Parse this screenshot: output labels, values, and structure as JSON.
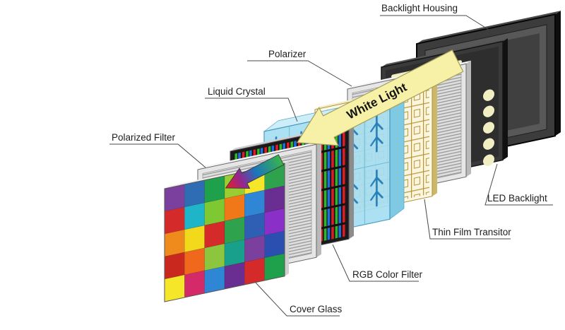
{
  "diagram": {
    "labels": {
      "backlight_housing": "Backlight Housing",
      "polarizer": "Polarizer",
      "liquid_crystal": "Liquid Crystal",
      "polarized_filter": "Polarized Filter",
      "led_backlight": "LED Backlight",
      "thin_film_transistor": "Thin Film Transitor",
      "rgb_color_filter": "RGB Color Filter",
      "cover_glass": "Cover Glass",
      "white_light": "White Light"
    },
    "colors": {
      "arrow_fill": "#f6f1a6",
      "arrow_stroke": "#a59f5c",
      "lc_front": "#a5def2",
      "housing": "#3c3c3c",
      "led_panel": "#3a3a3a",
      "rgb_red": "#e01b24",
      "rgb_green": "#2db928",
      "rgb_blue": "#1f6fe0"
    },
    "cover_glass": {
      "colors": [
        [
          "#7b3f9d",
          "#2e6db4",
          "#1fa04a",
          "#9acd32",
          "#f5e62a",
          "#2fa24d"
        ],
        [
          "#d42a2a",
          "#1fb5c9",
          "#7ec832",
          "#f07818",
          "#2e86d4",
          "#6a2d91"
        ],
        [
          "#ef8b1d",
          "#f3d91c",
          "#d42a2a",
          "#2fa24d",
          "#2e5fb4",
          "#8b2fc9"
        ],
        [
          "#c9281e",
          "#f0681c",
          "#8cc63e",
          "#18a08c",
          "#7b3f9d",
          "#2b4fb0"
        ],
        [
          "#f5e62a",
          "#d42a6a",
          "#2e86d4",
          "#6a2d91",
          "#d42a2a",
          "#1fa04a"
        ]
      ]
    },
    "led_backlight": {
      "dot_rows": 5,
      "dot_cols": 4,
      "bar_count": 5,
      "dot_color": "#f1eec3"
    }
  }
}
